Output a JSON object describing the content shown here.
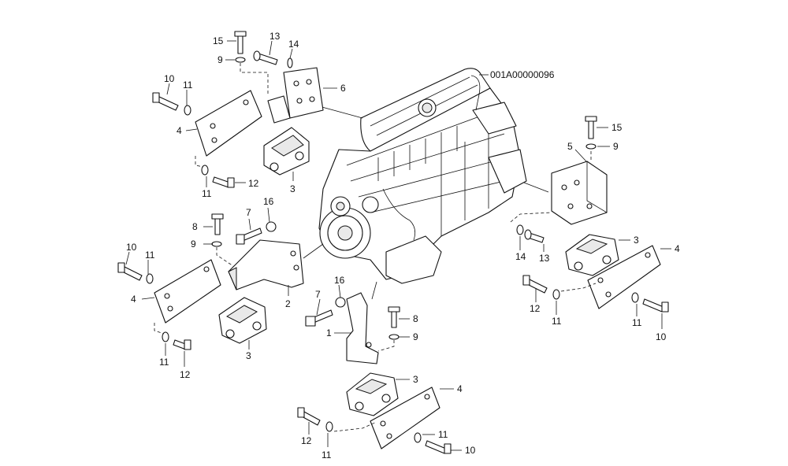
{
  "diagram": {
    "code": "001A00000096",
    "callouts": [
      {
        "id": "c15a",
        "text": "15"
      },
      {
        "id": "c13a",
        "text": "13"
      },
      {
        "id": "c14a",
        "text": "14"
      },
      {
        "id": "c9a",
        "text": "9"
      },
      {
        "id": "c6",
        "text": "6"
      },
      {
        "id": "c10a",
        "text": "10"
      },
      {
        "id": "c11a",
        "text": "11"
      },
      {
        "id": "c4a",
        "text": "4"
      },
      {
        "id": "c11b",
        "text": "11"
      },
      {
        "id": "c12a",
        "text": "12"
      },
      {
        "id": "c3a",
        "text": "3"
      },
      {
        "id": "c15b",
        "text": "15"
      },
      {
        "id": "c9b",
        "text": "9"
      },
      {
        "id": "c5",
        "text": "5"
      },
      {
        "id": "c14b",
        "text": "14"
      },
      {
        "id": "c13b",
        "text": "13"
      },
      {
        "id": "c3b",
        "text": "3"
      },
      {
        "id": "c4b",
        "text": "4"
      },
      {
        "id": "c12b",
        "text": "12"
      },
      {
        "id": "c11c",
        "text": "11"
      },
      {
        "id": "c11d",
        "text": "11"
      },
      {
        "id": "c10b",
        "text": "10"
      },
      {
        "id": "c7a",
        "text": "7"
      },
      {
        "id": "c16a",
        "text": "16"
      },
      {
        "id": "c8a",
        "text": "8"
      },
      {
        "id": "c9c",
        "text": "9"
      },
      {
        "id": "c10c",
        "text": "10"
      },
      {
        "id": "c11e",
        "text": "11"
      },
      {
        "id": "c4c",
        "text": "4"
      },
      {
        "id": "c2",
        "text": "2"
      },
      {
        "id": "c11f",
        "text": "11"
      },
      {
        "id": "c12c",
        "text": "12"
      },
      {
        "id": "c3c",
        "text": "3"
      },
      {
        "id": "c7b",
        "text": "7"
      },
      {
        "id": "c16b",
        "text": "16"
      },
      {
        "id": "c8b",
        "text": "8"
      },
      {
        "id": "c1",
        "text": "1"
      },
      {
        "id": "c9d",
        "text": "9"
      },
      {
        "id": "c3d",
        "text": "3"
      },
      {
        "id": "c4d",
        "text": "4"
      },
      {
        "id": "c12d",
        "text": "12"
      },
      {
        "id": "c11g",
        "text": "11"
      },
      {
        "id": "c11h",
        "text": "11"
      },
      {
        "id": "c10d",
        "text": "10"
      }
    ]
  }
}
